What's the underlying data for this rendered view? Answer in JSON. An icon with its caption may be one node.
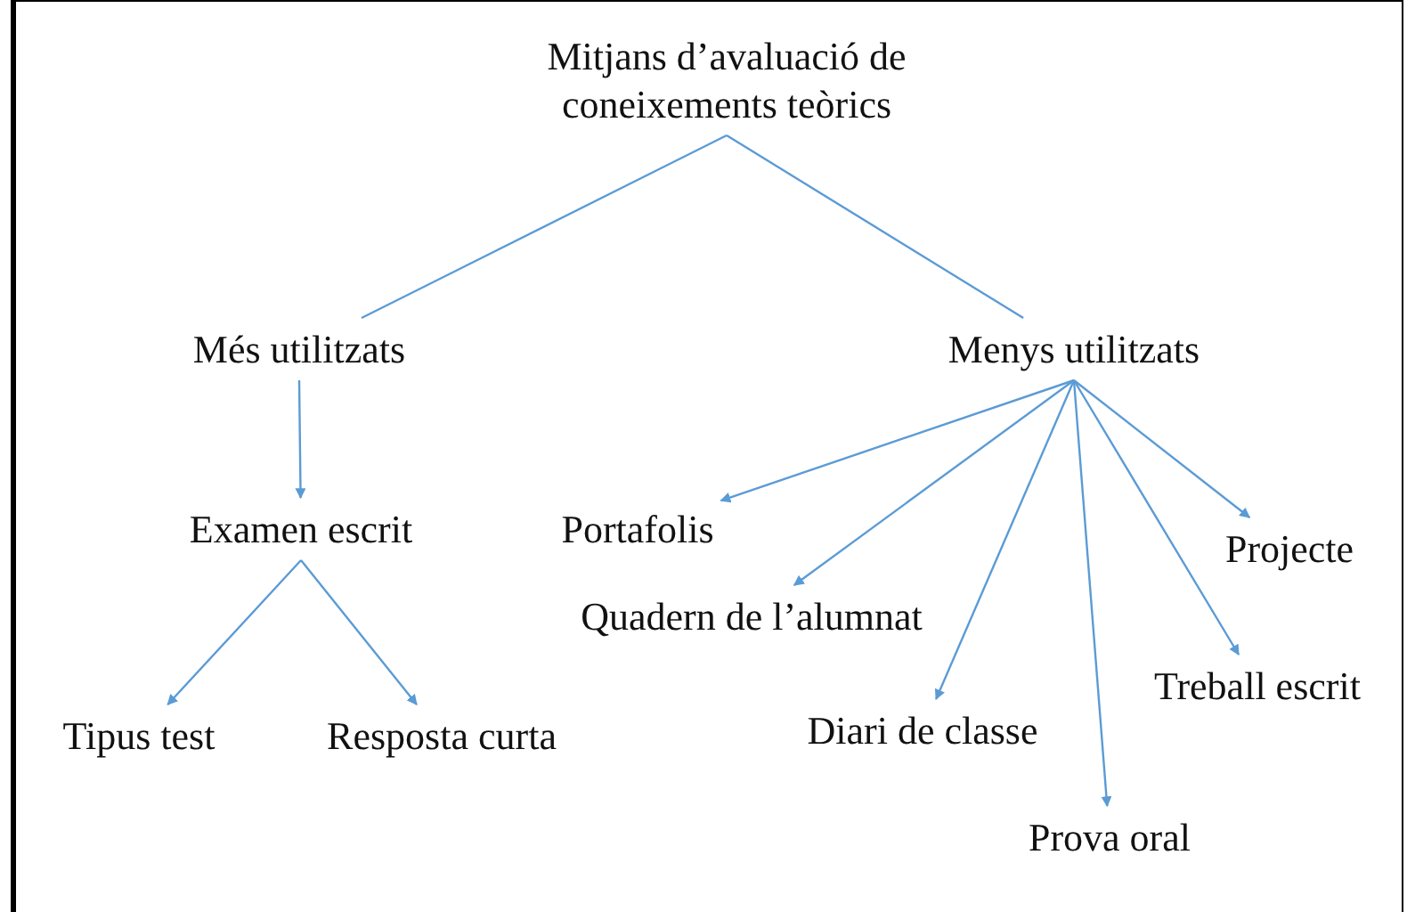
{
  "diagram": {
    "nodes": [
      {
        "text": [
          "Mitjans d’avaluació de coneixements teòrics"
        ]
      },
      {
        "text": [
          "Més utilitzats"
        ]
      },
      {
        "text": [
          "Menys utilitzats"
        ]
      },
      {
        "text": [
          "Examen escrit"
        ]
      },
      {
        "text": [
          "Tipus test"
        ]
      },
      {
        "text": [
          "Resposta curta"
        ]
      },
      {
        "text": [
          "Portafolis"
        ]
      },
      {
        "text": [
          "Quadern de l’alumnat"
        ]
      },
      {
        "text": [
          "Diari de classe"
        ]
      },
      {
        "text": [
          "Prova oral"
        ]
      },
      {
        "text": [
          "Projecte"
        ]
      },
      {
        "text": [
          "Treball escrit"
        ]
      }
    ],
    "edges": [
      {
        "from": 0,
        "to": 1,
        "arrow": "none"
      },
      {
        "from": 0,
        "to": 2,
        "arrow": "none"
      },
      {
        "from": 1,
        "to": 3,
        "arrow": "to"
      },
      {
        "from": 3,
        "to": 4,
        "arrow": "to"
      },
      {
        "from": 3,
        "to": 5,
        "arrow": "to"
      },
      {
        "from": 2,
        "to": 6,
        "arrow": "to"
      },
      {
        "from": 2,
        "to": 7,
        "arrow": "to"
      },
      {
        "from": 2,
        "to": 8,
        "arrow": "to"
      },
      {
        "from": 2,
        "to": 9,
        "arrow": "to"
      },
      {
        "from": 2,
        "to": 10,
        "arrow": "to"
      },
      {
        "from": 2,
        "to": 11,
        "arrow": "to"
      }
    ]
  }
}
